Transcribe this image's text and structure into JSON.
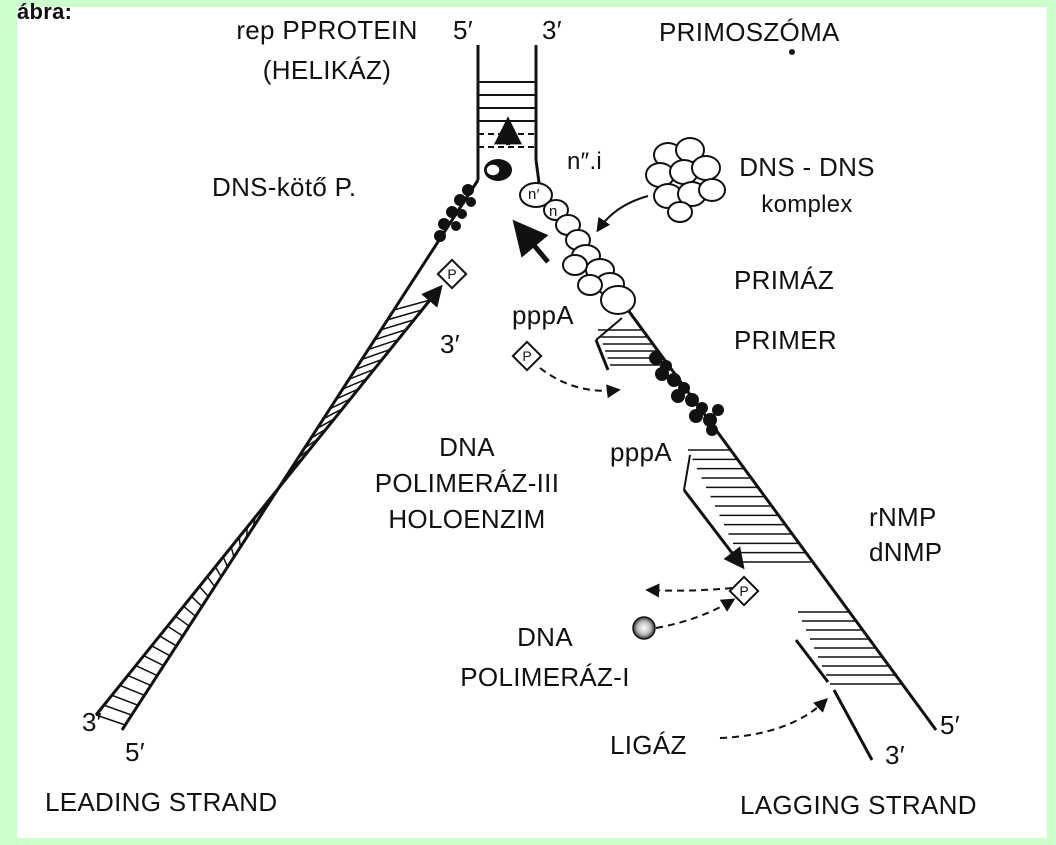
{
  "header_fragment": "ábra:",
  "labels": {
    "rep_protein_line1": "rep PPROTEIN",
    "rep_protein_line2": "(HELIKÁZ)",
    "top_5prime": "5′",
    "top_3prime": "3′",
    "primoszoma": "PRIMOSZÓMA",
    "dns_koto": "DNS-kötő P.",
    "n_double_prime": "n″.i",
    "n_prime": "n′",
    "n_small": "n",
    "dns_dns_line1": "DNS - DNS",
    "dns_dns_line2": "komplex",
    "primaz": "PRIMÁZ",
    "pppA_upper": "pppA",
    "primer": "PRIMER",
    "leading_3prime": "3′",
    "pol3_line1": "DNA",
    "pol3_line2": "POLIMERÁZ-III",
    "pol3_line3": "HOLOENZIM",
    "pppA_lower": "pppA",
    "rnmp": "rNMP",
    "dnmp": "dNMP",
    "pol1_line1": "DNA",
    "pol1_line2": "POLIMERÁZ-I",
    "ligaz": "LIGÁZ",
    "bottom_left_3prime": "3′",
    "bottom_left_5prime": "5′",
    "bottom_right_5prime": "5′",
    "bottom_right_3prime": "3′",
    "leading_strand": "LEADING STRAND",
    "lagging_strand": "LAGGING STRAND",
    "phosphate_symbol": "P"
  }
}
